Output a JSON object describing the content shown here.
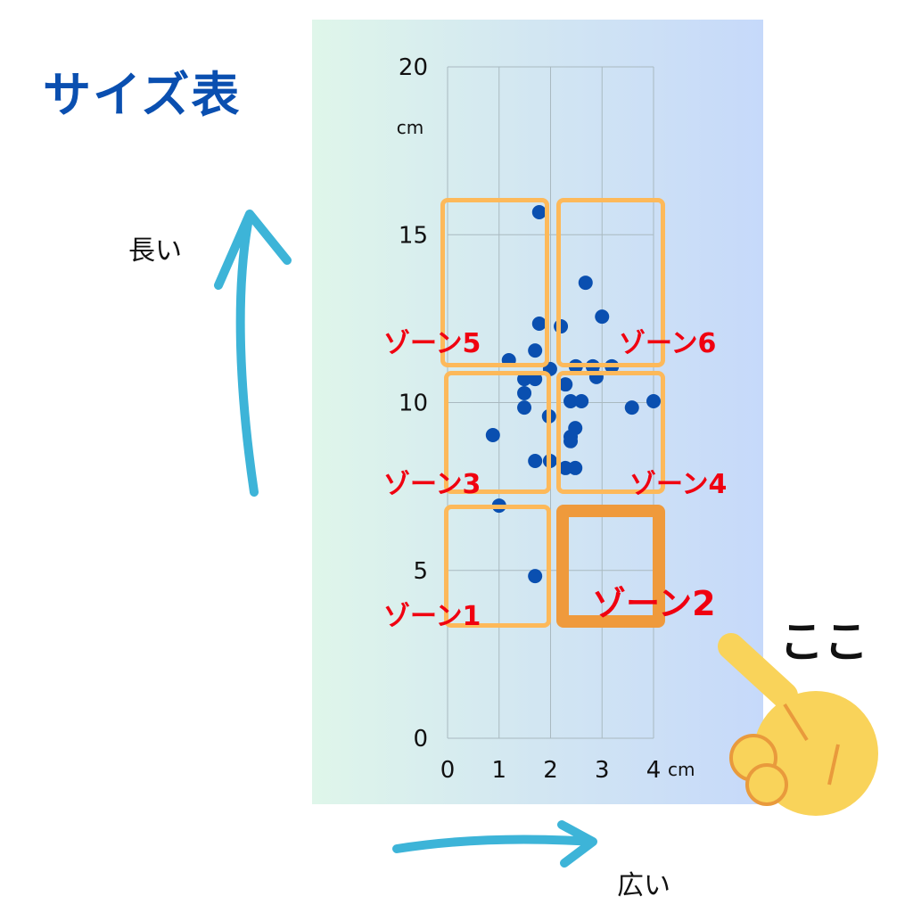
{
  "title": "サイズ表",
  "labels": {
    "long": "長い",
    "wide": "広い",
    "here": "ここ"
  },
  "zones": [
    "ゾーン1",
    "ゾーン2",
    "ゾーン3",
    "ゾーン4",
    "ゾーン5",
    "ゾーン6"
  ],
  "chart_data": {
    "type": "scatter",
    "xlabel": "cm",
    "ylabel": "cm",
    "xlim": [
      0,
      4
    ],
    "ylim": [
      0,
      20
    ],
    "xticks": [
      0,
      1,
      2,
      3,
      4
    ],
    "yticks": [
      0,
      5,
      10,
      15,
      20
    ],
    "grid": true,
    "color": "#0a4fb0",
    "points": [
      [
        1.78,
        15.67
      ],
      [
        2.68,
        13.57
      ],
      [
        3.0,
        12.56
      ],
      [
        1.78,
        12.35
      ],
      [
        2.2,
        12.27
      ],
      [
        1.7,
        11.55
      ],
      [
        1.19,
        11.26
      ],
      [
        1.99,
        11.0
      ],
      [
        2.49,
        11.08
      ],
      [
        2.82,
        11.08
      ],
      [
        3.19,
        11.08
      ],
      [
        1.49,
        10.7
      ],
      [
        1.7,
        10.7
      ],
      [
        2.89,
        10.76
      ],
      [
        2.29,
        10.54
      ],
      [
        1.49,
        10.28
      ],
      [
        2.39,
        10.04
      ],
      [
        2.6,
        10.04
      ],
      [
        4.0,
        10.04
      ],
      [
        3.58,
        9.85
      ],
      [
        1.49,
        9.85
      ],
      [
        1.97,
        9.59
      ],
      [
        2.48,
        9.24
      ],
      [
        2.39,
        8.98
      ],
      [
        2.39,
        8.85
      ],
      [
        0.88,
        9.03
      ],
      [
        1.7,
        8.26
      ],
      [
        1.99,
        8.26
      ],
      [
        2.29,
        8.05
      ],
      [
        2.48,
        8.05
      ],
      [
        1.0,
        6.93
      ],
      [
        1.7,
        4.83
      ]
    ]
  }
}
